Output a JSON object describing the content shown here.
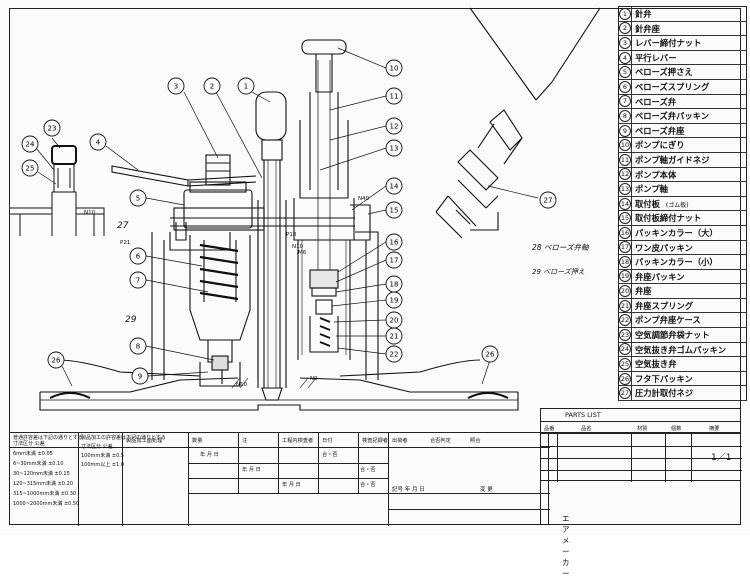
{
  "balloons": [
    {
      "n": "1"
    },
    {
      "n": "2"
    },
    {
      "n": "3"
    },
    {
      "n": "4"
    },
    {
      "n": "5"
    },
    {
      "n": "6"
    },
    {
      "n": "7"
    },
    {
      "n": "8"
    },
    {
      "n": "9"
    },
    {
      "n": "10"
    },
    {
      "n": "11"
    },
    {
      "n": "12"
    },
    {
      "n": "13"
    },
    {
      "n": "14"
    },
    {
      "n": "15"
    },
    {
      "n": "16"
    },
    {
      "n": "17"
    },
    {
      "n": "18"
    },
    {
      "n": "19"
    },
    {
      "n": "20"
    },
    {
      "n": "21"
    },
    {
      "n": "22"
    },
    {
      "n": "23"
    },
    {
      "n": "24"
    },
    {
      "n": "25"
    },
    {
      "n": "26"
    },
    {
      "n": "26"
    },
    {
      "n": "27"
    },
    {
      "n": "27"
    }
  ],
  "annotations": {
    "hw_27_left": "27",
    "hw_29": "29",
    "p21": "P21",
    "p18": "P18",
    "n10_a": "N10",
    "n10_b": "N10",
    "n10_c": "N10",
    "n9": "N9",
    "m6": "M6",
    "n40": "N40",
    "note28": "28 ベローズ弁軸",
    "note29": "29 ベローズ押え"
  },
  "parts_list": [
    {
      "no": "1",
      "name": "針弁"
    },
    {
      "no": "2",
      "name": "針弁座"
    },
    {
      "no": "3",
      "name": "レバー締付ナット"
    },
    {
      "no": "4",
      "name": "平行レバー"
    },
    {
      "no": "5",
      "name": "ベローズ押さえ"
    },
    {
      "no": "6",
      "name": "ベローズスプリング"
    },
    {
      "no": "7",
      "name": "ベローズ弁"
    },
    {
      "no": "8",
      "name": "ベローズ弁パッキン"
    },
    {
      "no": "9",
      "name": "ベローズ弁座"
    },
    {
      "no": "10",
      "name": "ポンプにぎり"
    },
    {
      "no": "11",
      "name": "ポンプ軸ガイドネジ"
    },
    {
      "no": "12",
      "name": "ポンプ本体"
    },
    {
      "no": "13",
      "name": "ポンプ軸"
    },
    {
      "no": "14",
      "name": "取付板",
      "note": "(ゴム板)"
    },
    {
      "no": "15",
      "name": "取付板締付ナット"
    },
    {
      "no": "16",
      "name": "パッキンカラー（大）"
    },
    {
      "no": "17",
      "name": "ワン皮パッキン"
    },
    {
      "no": "18",
      "name": "パッキンカラー（小）"
    },
    {
      "no": "19",
      "name": "弁座パッキン"
    },
    {
      "no": "20",
      "name": "弁座"
    },
    {
      "no": "21",
      "name": "弁座スプリング"
    },
    {
      "no": "22",
      "name": "ポンプ弁座ケース"
    },
    {
      "no": "23",
      "name": "空気調節弁袋ナット"
    },
    {
      "no": "24",
      "name": "空気抜き弁ゴムパッキン"
    },
    {
      "no": "25",
      "name": "空気抜き弁"
    },
    {
      "no": "26",
      "name": "フタ下パッキン"
    },
    {
      "no": "27",
      "name": "圧力計取付ネジ"
    }
  ],
  "title_block": {
    "parts_list_label": "PARTS LIST",
    "col_no": "品番",
    "col_name": "品名",
    "col_material": "材質",
    "col_qty": "個数",
    "col_note": "摘要",
    "scale_label": "1／1",
    "date_label": "記号 年 月 日",
    "approval_label": "変 更",
    "drawing_title": "エアメーカー",
    "tolerance_title": "普通許容差は下記の通りとする",
    "tolerance_cols": [
      "寸法区分",
      "公差"
    ],
    "tolerance_rows": [
      [
        "6mm未満",
        "±0.05"
      ],
      [
        "6~30mm未満",
        "±0.10"
      ],
      [
        "30~120mm未満",
        "±0.15"
      ],
      [
        "120~315mm未満",
        "±0.20"
      ],
      [
        "315~1000mm未満",
        "±0.30"
      ],
      [
        "1000~2000mm未満",
        "±0.50"
      ]
    ],
    "surface_title": "製品加工の許容差は下記の通りとする",
    "surface_rows": [
      [
        "寸法区分",
        "公差"
      ],
      [
        "100mm未満",
        "±0.5"
      ],
      [
        "100mm以上",
        "±1.0"
      ]
    ],
    "hdr_items": [
      "製品加工面処理",
      "数量",
      "注",
      "工程内検査者",
      "日付",
      "検査記録者",
      "出荷者",
      "合否判定",
      "照合"
    ],
    "hdr_cells": [
      "年 月 日",
      "年 月 日",
      "年 月 日",
      "合・否",
      "合・否",
      "合・否"
    ]
  }
}
